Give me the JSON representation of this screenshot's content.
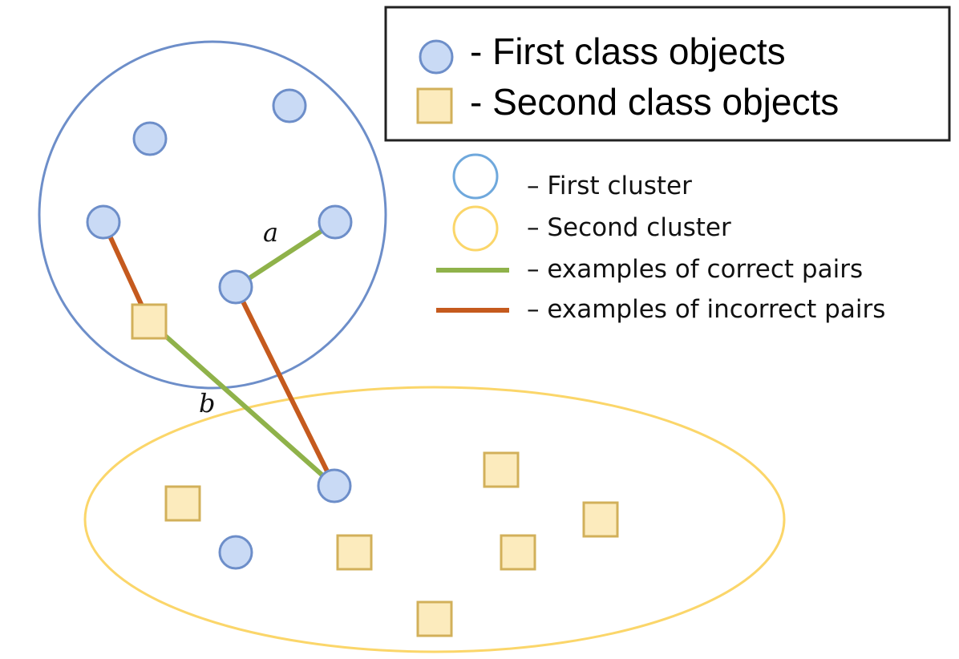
{
  "legend": {
    "first_class_label": "- First class objects",
    "second_class_label": "- Second class objects"
  },
  "key": {
    "first_cluster_label": "– First cluster",
    "second_cluster_label": "– Second cluster",
    "correct_pairs_label": "– examples of correct pairs",
    "incorrect_pairs_label": "– examples of incorrect pairs"
  },
  "pair_labels": {
    "a": "a",
    "b": "b"
  },
  "colors": {
    "first_class_fill": "#c9daf5",
    "first_class_stroke": "#6d8ec9",
    "second_class_fill": "#fcebbd",
    "second_class_stroke": "#d2b05a",
    "first_cluster": "#6d8ec9",
    "first_cluster_key": "#6fa8dc",
    "second_cluster": "#fbd66a",
    "correct_pair": "#8fb24a",
    "incorrect_pair": "#c55a1e",
    "legend_border": "#222222"
  }
}
